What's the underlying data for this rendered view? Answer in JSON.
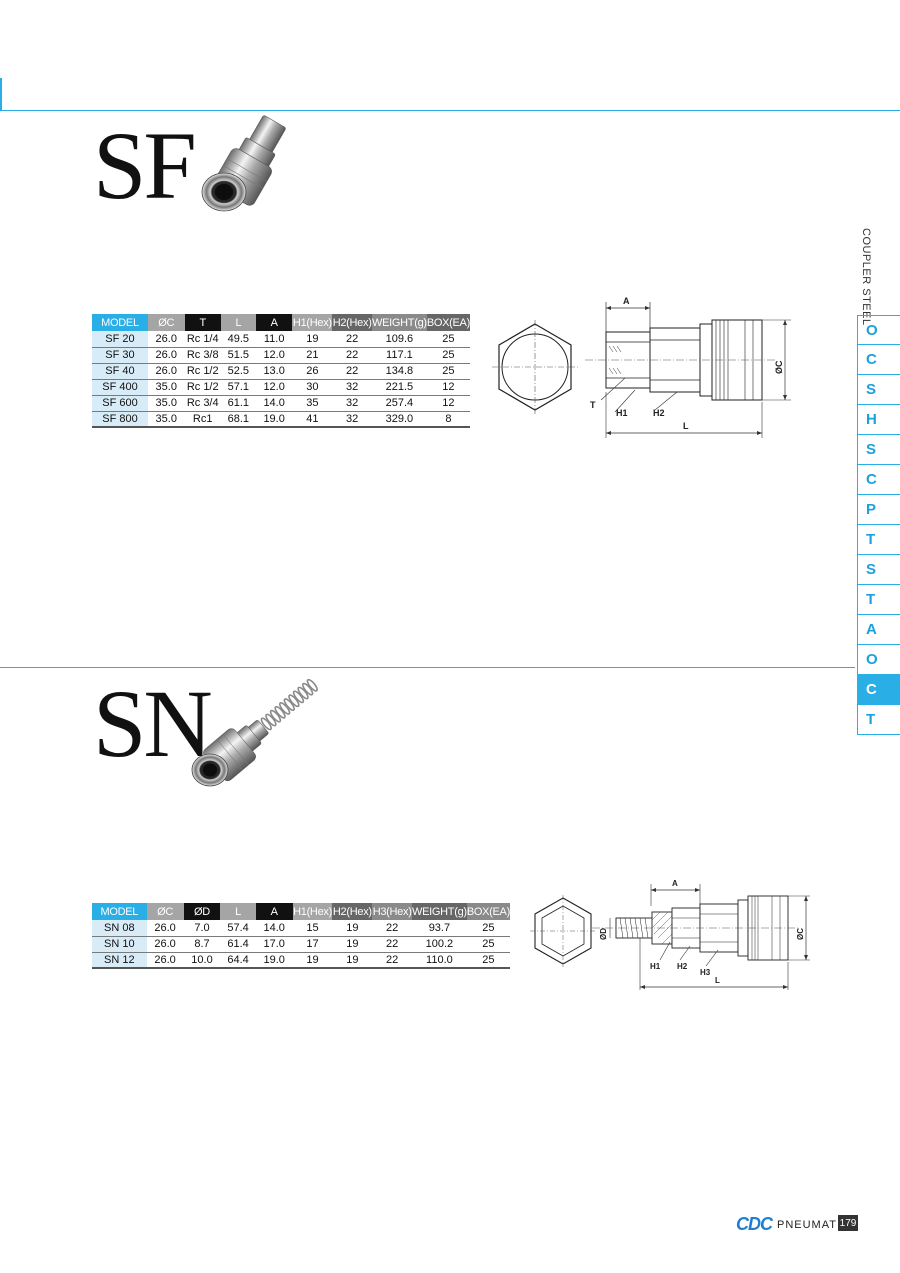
{
  "sf": {
    "title": "SF",
    "headers": [
      "MODEL",
      "ØC",
      "T",
      "L",
      "A",
      "H1(Hex)",
      "H2(Hex)",
      "WEIGHT(g)",
      "BOX(EA)"
    ],
    "rows": [
      [
        "SF 20",
        "26.0",
        "Rc 1/4",
        "49.5",
        "11.0",
        "19",
        "22",
        "109.6",
        "25"
      ],
      [
        "SF 30",
        "26.0",
        "Rc 3/8",
        "51.5",
        "12.0",
        "21",
        "22",
        "117.1",
        "25"
      ],
      [
        "SF 40",
        "26.0",
        "Rc 1/2",
        "52.5",
        "13.0",
        "26",
        "22",
        "134.8",
        "25"
      ],
      [
        "SF 400",
        "35.0",
        "Rc 1/2",
        "57.1",
        "12.0",
        "30",
        "32",
        "221.5",
        "12"
      ],
      [
        "SF 600",
        "35.0",
        "Rc 3/4",
        "61.1",
        "14.0",
        "35",
        "32",
        "257.4",
        "12"
      ],
      [
        "SF 800",
        "35.0",
        "Rc1",
        "68.1",
        "19.0",
        "41",
        "32",
        "329.0",
        "8"
      ]
    ],
    "diagram_labels": {
      "a": "A",
      "c": "ØC",
      "t": "T",
      "h1": "H1",
      "h2": "H2",
      "l": "L"
    }
  },
  "sn": {
    "title": "SN",
    "headers": [
      "MODEL",
      "ØC",
      "ØD",
      "L",
      "A",
      "H1(Hex)",
      "H2(Hex)",
      "H3(Hex)",
      "WEIGHT(g)",
      "BOX(EA)"
    ],
    "rows": [
      [
        "SN 08",
        "26.0",
        "7.0",
        "57.4",
        "14.0",
        "15",
        "19",
        "22",
        "93.7",
        "25"
      ],
      [
        "SN 10",
        "26.0",
        "8.7",
        "61.4",
        "17.0",
        "17",
        "19",
        "22",
        "100.2",
        "25"
      ],
      [
        "SN 12",
        "26.0",
        "10.0",
        "64.4",
        "19.0",
        "19",
        "19",
        "22",
        "110.0",
        "25"
      ]
    ],
    "diagram_labels": {
      "a": "A",
      "c": "ØC",
      "d": "ØD",
      "h1": "H1",
      "h2": "H2",
      "h3": "H3",
      "l": "L"
    }
  },
  "sidebar": {
    "category": "COUPLER  STEEL",
    "tabs": [
      "O",
      "C",
      "S",
      "H",
      "S",
      "C",
      "P",
      "T",
      "S",
      "T",
      "A",
      "O",
      "C",
      "T"
    ],
    "active_index": 12
  },
  "footer": {
    "logo": "CDC",
    "brand": "PNEUMATICS",
    "page_number": "179"
  },
  "colors": {
    "accent": "#29aee6",
    "model_cell": "#d8ecf8"
  }
}
